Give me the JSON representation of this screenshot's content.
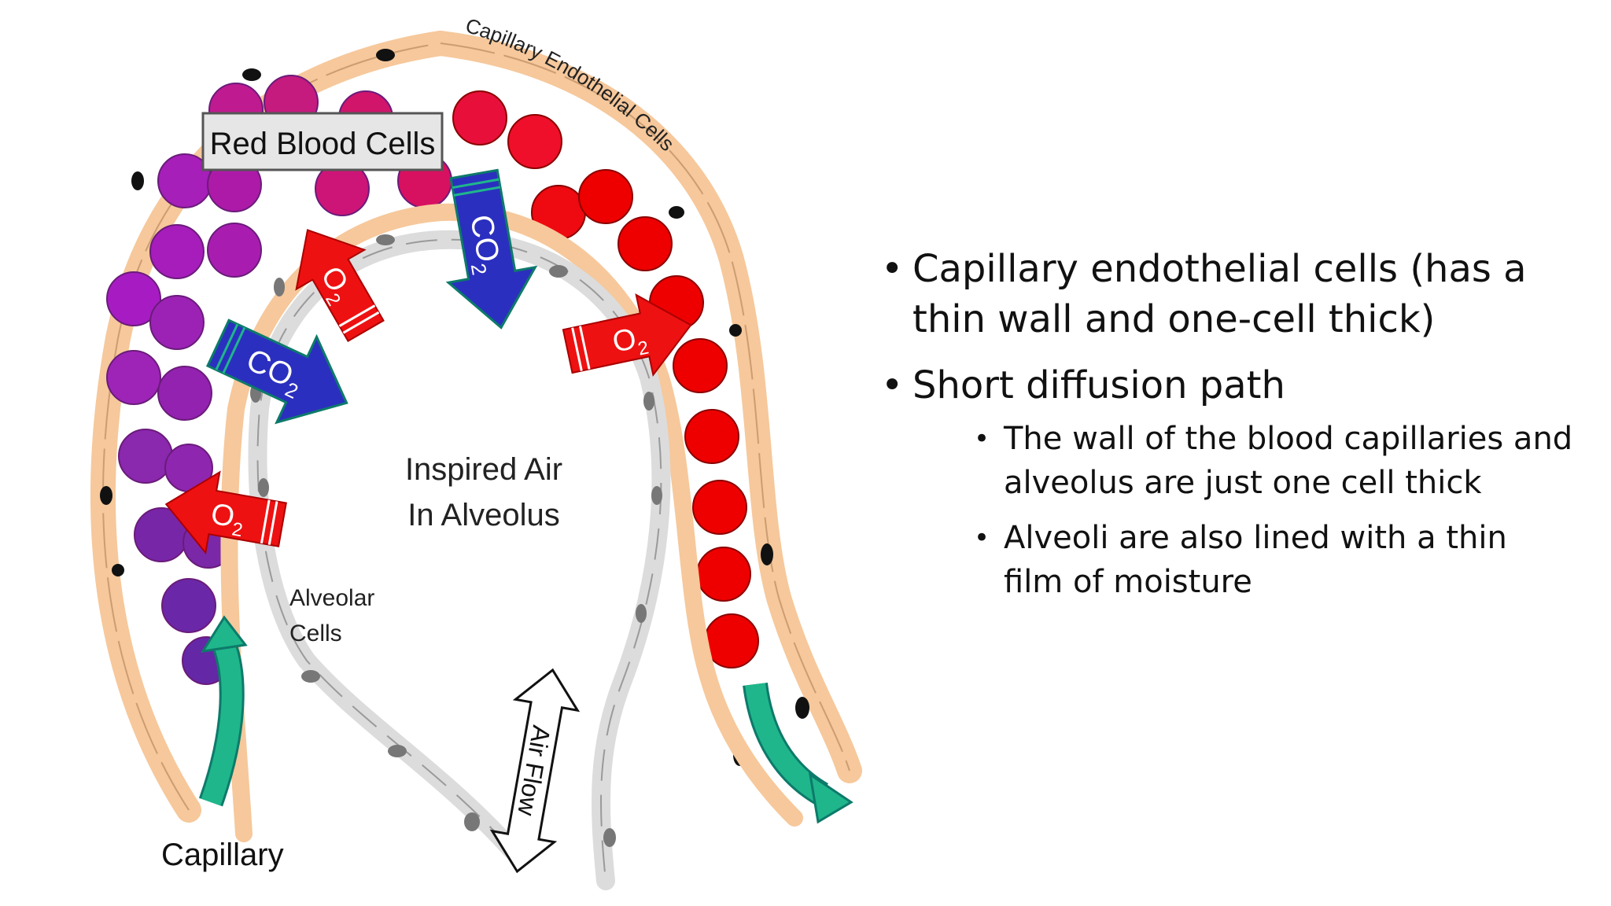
{
  "diagram": {
    "labels": {
      "red_blood_cells": "Red Blood Cells",
      "capillary_endothelial": "Capillary Endothelial Cells",
      "inspired_air_line1": "Inspired Air",
      "inspired_air_line2": "In Alveolus",
      "alveolar_line1": "Alveolar",
      "alveolar_line2": "Cells",
      "air_flow": "Air Flow",
      "capillary": "Capillary"
    },
    "gas": {
      "o2_main": "O",
      "o2_sub": "2",
      "co2_main": "CO",
      "co2_sub": "2"
    },
    "colors": {
      "o2_arrow": "#ee1111",
      "co2_arrow": "#2b2fbf",
      "flow_arrow": "#1fb68b",
      "endothelial": "#f6c89b",
      "alveolar_wall": "#dcdcdc",
      "rbc_deoxygenated": "#9b1fc0",
      "rbc_oxygenated": "#ee0000"
    }
  },
  "bullets": {
    "item1": "Capillary endothelial cells (has a thin wall and one-cell thick)",
    "item2": "Short diffusion path",
    "sub1": "The wall of the blood capillaries and alveolus are just one cell thick",
    "sub2": "Alveoli are also lined with a thin film of moisture"
  }
}
